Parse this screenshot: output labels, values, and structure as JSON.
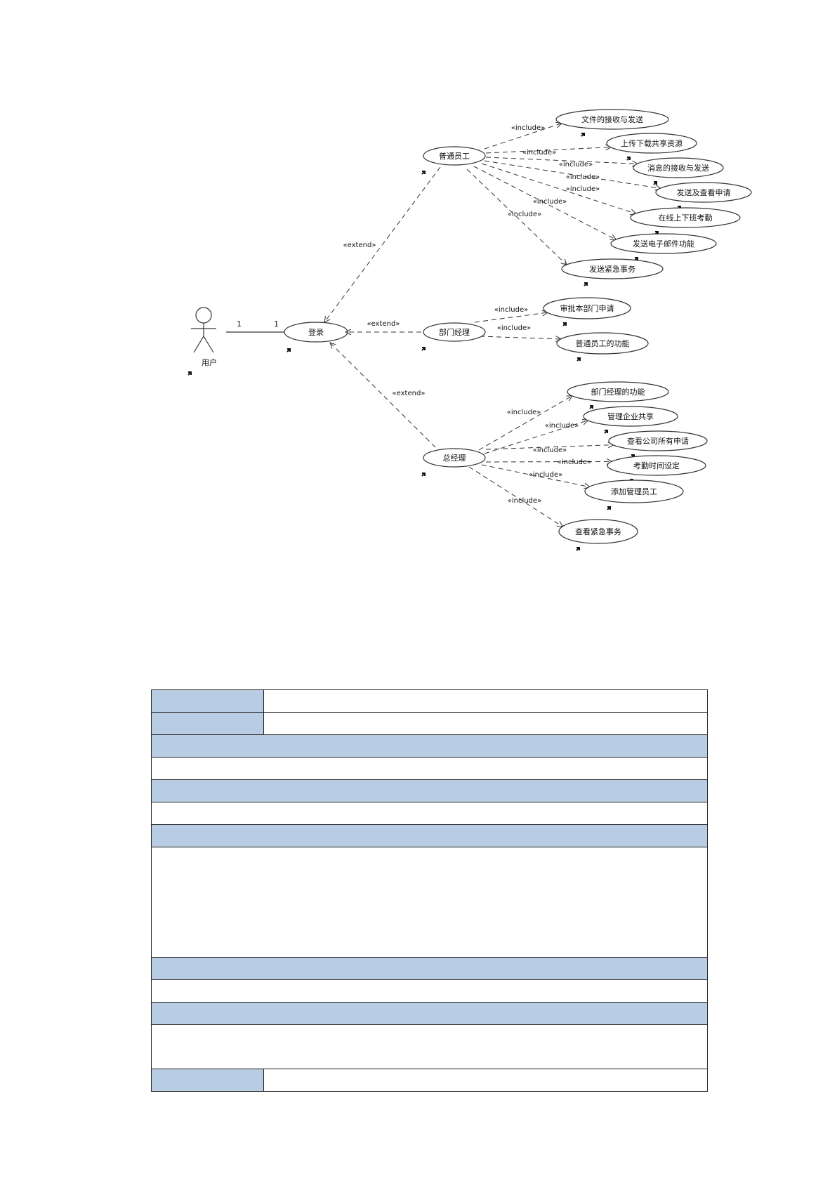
{
  "diagram": {
    "actor": {
      "name": "用户"
    },
    "multiplicity": {
      "actor_end": "1",
      "usecase_end": "1"
    },
    "login": "登录",
    "roles": [
      {
        "name": "普通员工",
        "relation": "«extend»",
        "use_cases": [
          "文件的接收与发送",
          "上传下载共享资源",
          "消息的接收与发送",
          "发送及查看申请",
          "在线上下班考勤",
          "发送电子邮件功能",
          "发送紧急事务"
        ],
        "relation_label": "«include»"
      },
      {
        "name": "部门经理",
        "relation": "«extend»",
        "use_cases": [
          "审批本部门申请",
          "普通员工的功能"
        ],
        "relation_label": "«include»"
      },
      {
        "name": "总经理",
        "relation": "«extend»",
        "use_cases": [
          "部门经理的功能",
          "管理企业共享",
          "查看公司所有申请",
          "考勤时间设定",
          "添加管理员工",
          "查看紧急事务"
        ],
        "relation_label": "«include»"
      }
    ]
  },
  "colors": {
    "header_fill": "#b8cce4",
    "border": "#222222",
    "line": "#333333"
  }
}
